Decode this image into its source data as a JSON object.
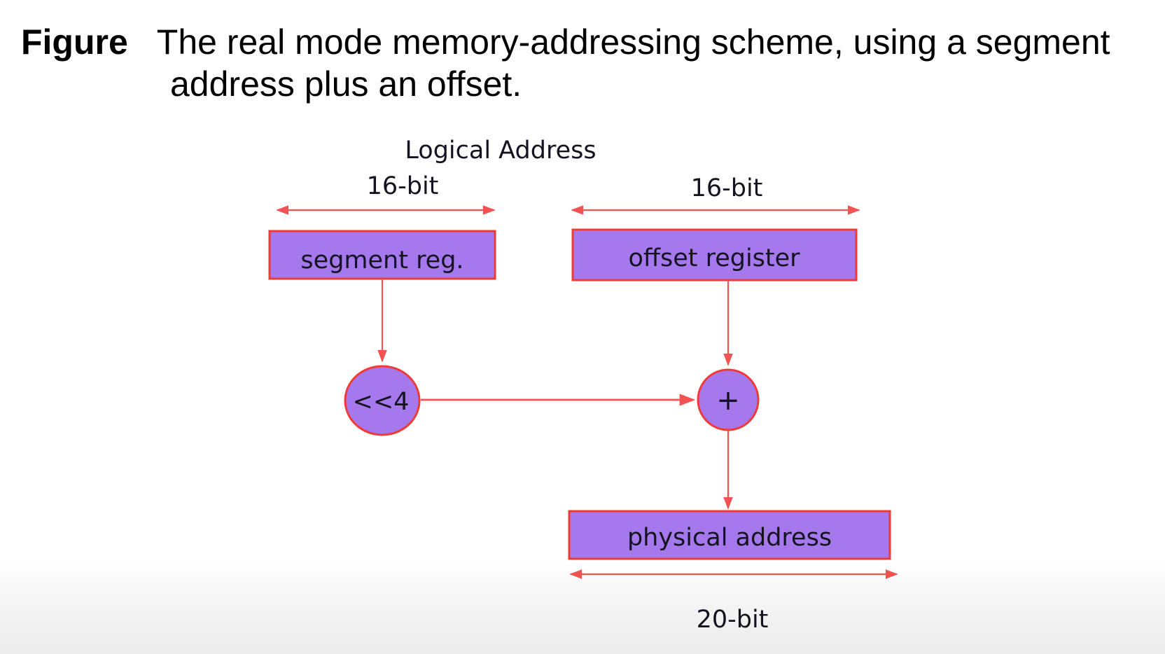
{
  "figure": {
    "label": "Figure",
    "caption_line1": "The real mode memory-addressing scheme, using a segment",
    "caption_line2": "address plus an offset."
  },
  "diagram": {
    "logical_address_label": "Logical Address",
    "segment_width_label": "16-bit",
    "offset_width_label": "16-bit",
    "segment_box_label": "segment reg.",
    "offset_box_label": "offset register",
    "shift_node_label": "<<4",
    "adder_node_label": "+",
    "physical_box_label": "physical address",
    "physical_width_label": "20-bit"
  },
  "colors": {
    "page_bg": "#ffffff",
    "title_ink": "#000000",
    "ink": "#141420",
    "box_fill": "#a678ee",
    "box_stroke": "#ee3b36",
    "arrow": "#f25352"
  }
}
